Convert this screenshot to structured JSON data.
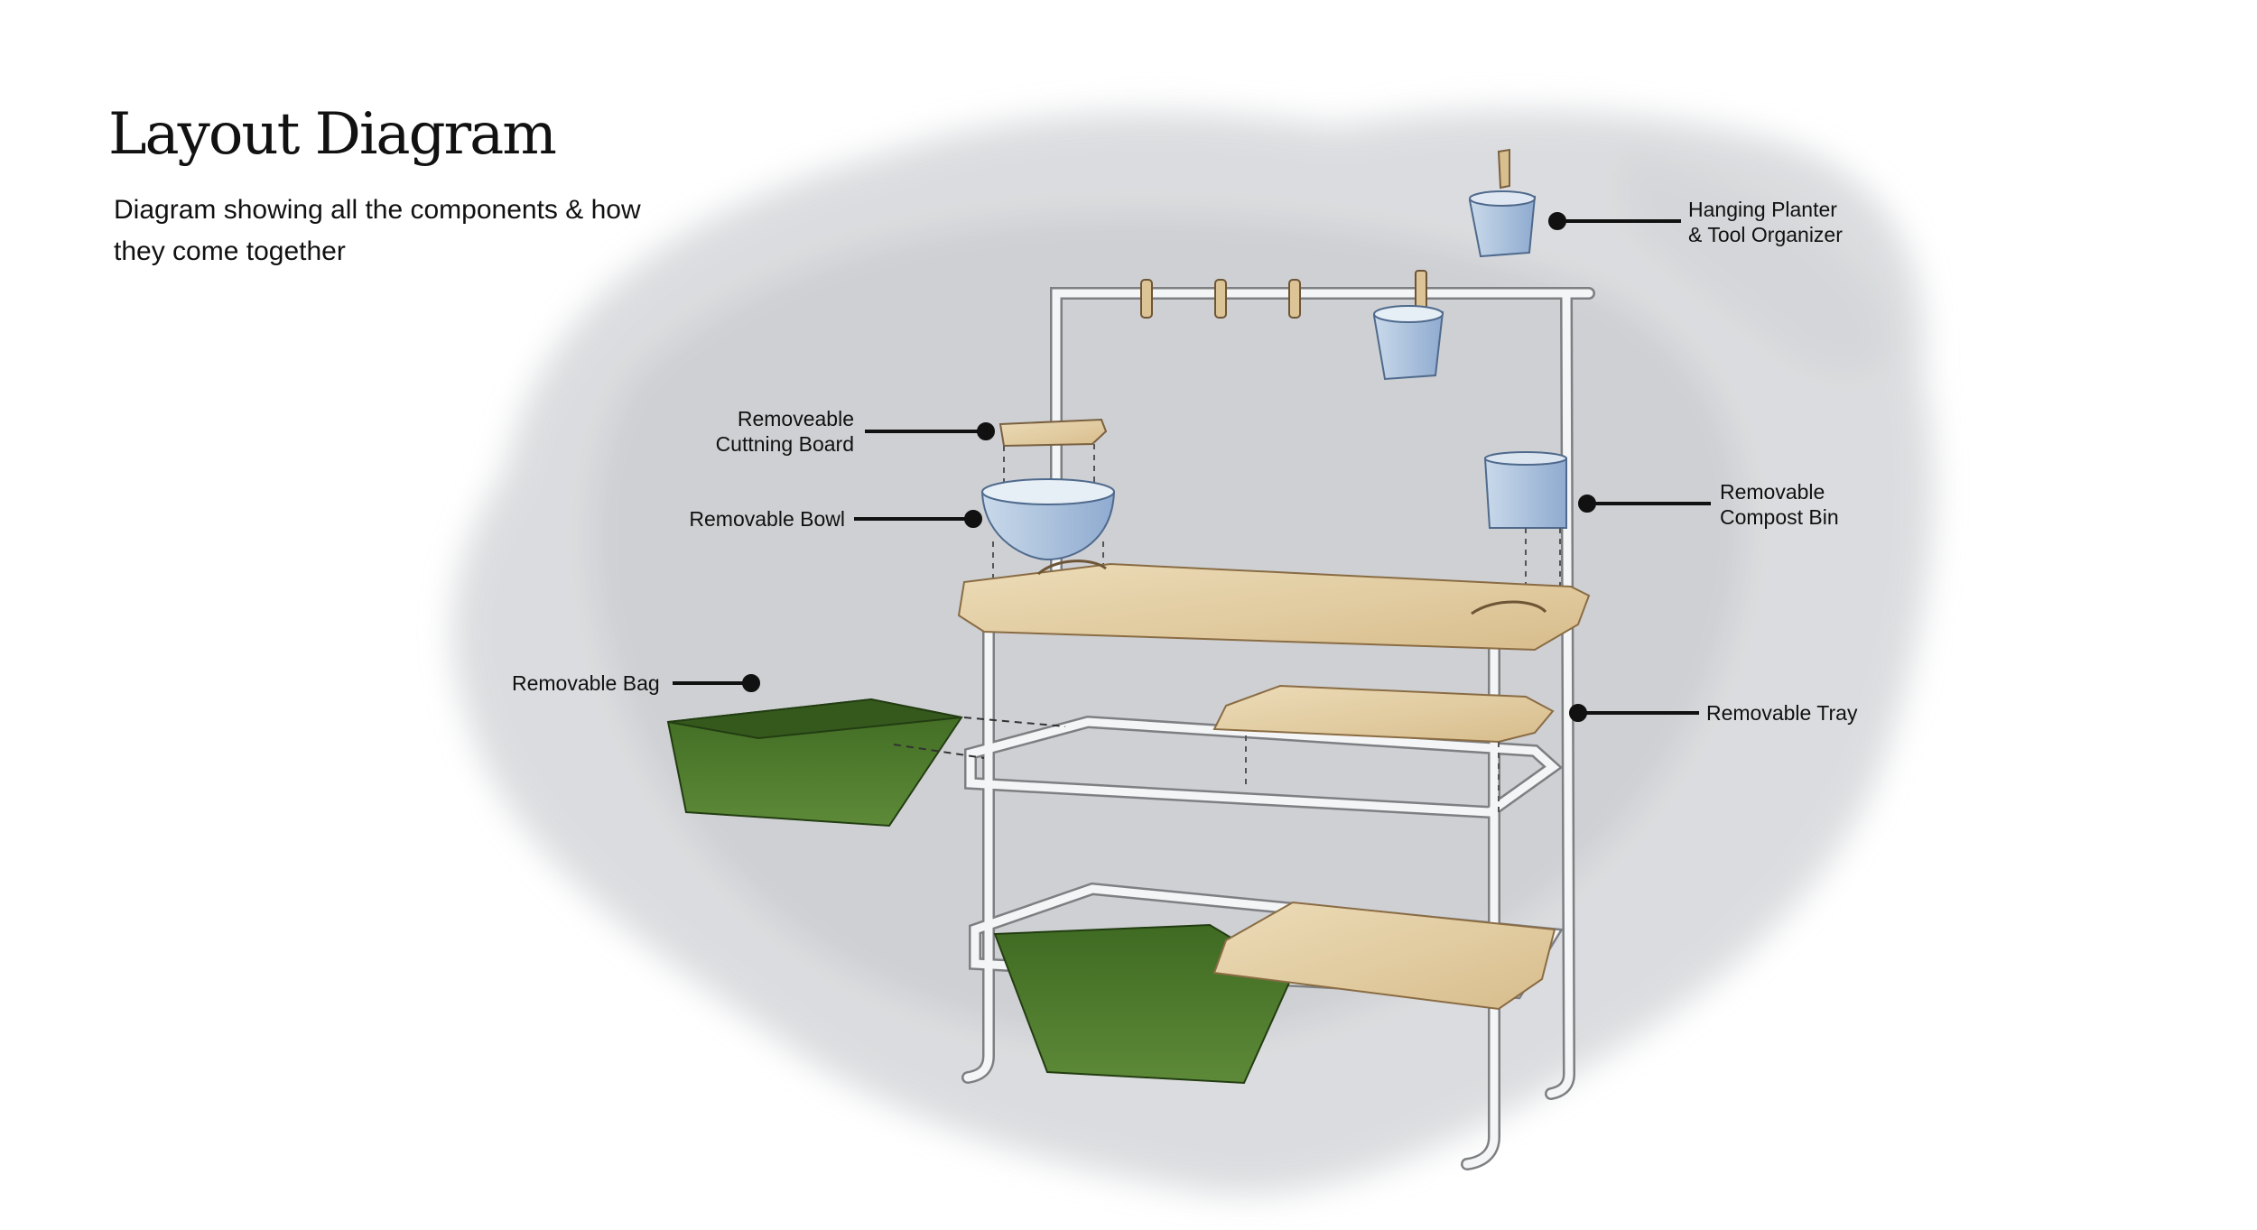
{
  "header": {
    "title": "Layout Diagram",
    "subtitle": "Diagram showing all the components & how they come together"
  },
  "labels": {
    "hanging_planter": [
      "Hanging Planter",
      "& Tool Organizer"
    ],
    "cutting_board": [
      "Removeable",
      "Cuttning Board"
    ],
    "bowl": "Removable Bowl",
    "compost_bin": [
      "Removable",
      "Compost Bin"
    ],
    "bag": "Removable Bag",
    "tray": "Removable Tray"
  },
  "colors": {
    "wash": "#c9cbce",
    "frame": "#f2f3f4",
    "wood": "#e3cda4",
    "bag_green": "#4f7a2e",
    "metal_blue": "#a9c1dc"
  }
}
